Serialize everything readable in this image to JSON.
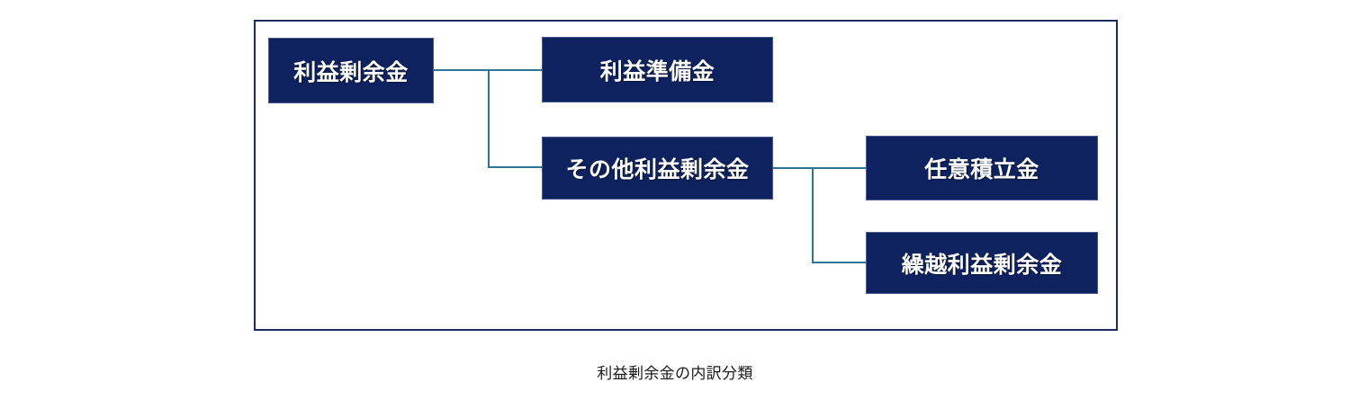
{
  "diagram": {
    "caption": "利益剰余金の内訳分類",
    "frame": {
      "border_color": "#1c2a63",
      "background": "#ffffff"
    },
    "style": {
      "node_fill": "#0e2260",
      "node_border": "#4a5a90",
      "node_text_color": "#ffffff",
      "connector_color": "#2d7693",
      "caption_color": "#1a1a1a"
    },
    "nodes": [
      {
        "id": "retained-earnings",
        "label": "利益剰余金",
        "level": 0
      },
      {
        "id": "earnings-reserve",
        "label": "利益準備金",
        "level": 1
      },
      {
        "id": "other-retained-earnings",
        "label": "その他利益剰余金",
        "level": 1
      },
      {
        "id": "voluntary-reserve",
        "label": "任意積立金",
        "level": 2
      },
      {
        "id": "carried-forward-earnings",
        "label": "繰越利益剰余金",
        "level": 2
      }
    ],
    "edges": [
      {
        "from": "retained-earnings",
        "to": "earnings-reserve"
      },
      {
        "from": "retained-earnings",
        "to": "other-retained-earnings"
      },
      {
        "from": "other-retained-earnings",
        "to": "voluntary-reserve"
      },
      {
        "from": "other-retained-earnings",
        "to": "carried-forward-earnings"
      }
    ]
  }
}
